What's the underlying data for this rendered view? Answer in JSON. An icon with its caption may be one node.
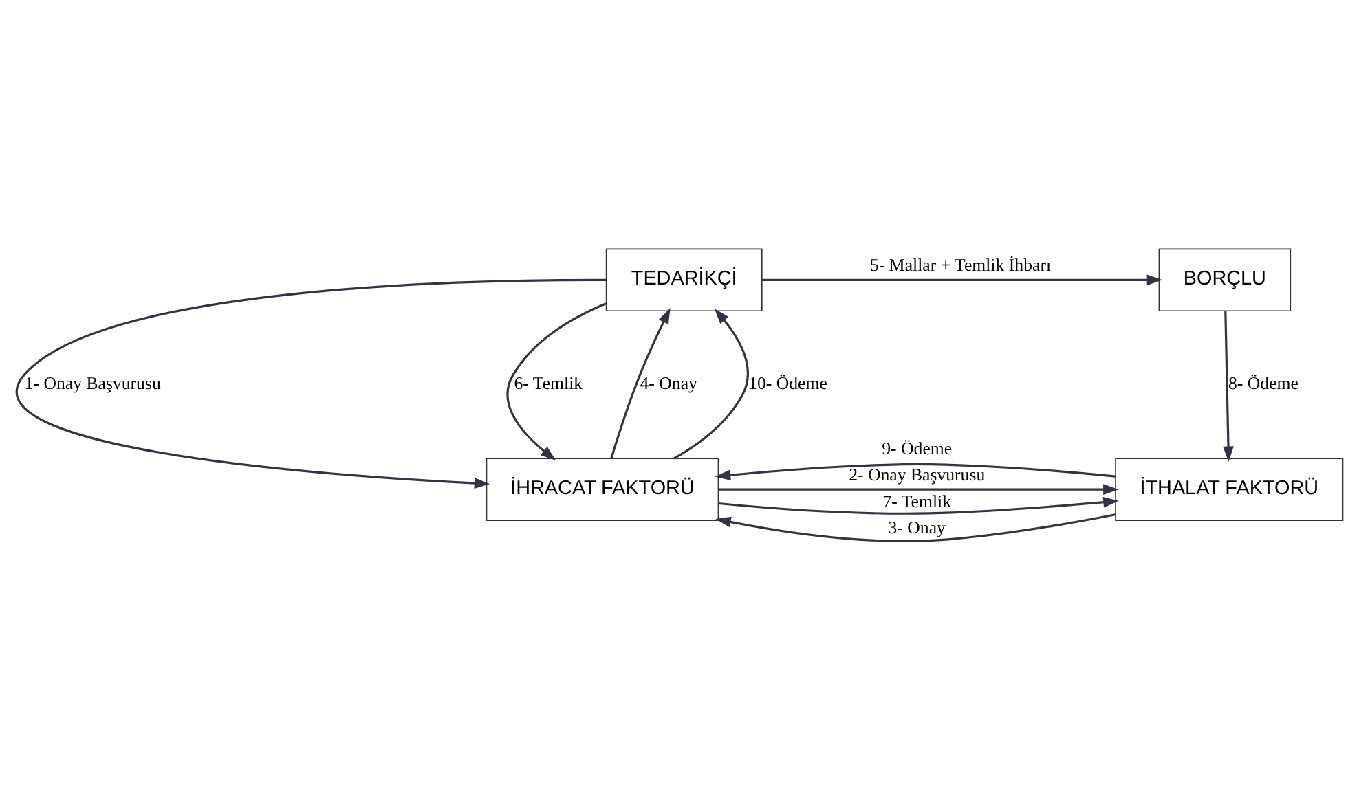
{
  "diagram": {
    "nodes": [
      {
        "text": [
          "TEDARİKÇİ"
        ]
      },
      {
        "text": [
          "BORÇLU"
        ]
      },
      {
        "text": [
          "İHRACAT FAKTORÜ"
        ]
      },
      {
        "text": [
          "İTHALAT FAKTORÜ"
        ]
      }
    ],
    "edges": [
      {
        "from": 0,
        "to": 2,
        "arrow": "to",
        "label": "1- Onay Başvurusu"
      },
      {
        "from": 2,
        "to": 3,
        "arrow": "to",
        "label": "2- Onay Başvurusu"
      },
      {
        "from": 3,
        "to": 2,
        "arrow": "to",
        "label": "3- Onay"
      },
      {
        "from": 2,
        "to": 0,
        "arrow": "to",
        "label": "4- Onay"
      },
      {
        "from": 0,
        "to": 1,
        "arrow": "to",
        "label": "5- Mallar + Temlik İhbarı"
      },
      {
        "from": 0,
        "to": 2,
        "arrow": "to",
        "label": "6- Temlik"
      },
      {
        "from": 2,
        "to": 3,
        "arrow": "to",
        "label": "7- Temlik"
      },
      {
        "from": 1,
        "to": 3,
        "arrow": "to",
        "label": "8- Ödeme"
      },
      {
        "from": 3,
        "to": 2,
        "arrow": "to",
        "label": "9- Ödeme"
      },
      {
        "from": 2,
        "to": 0,
        "arrow": "to",
        "label": "10- Ödeme"
      }
    ]
  }
}
